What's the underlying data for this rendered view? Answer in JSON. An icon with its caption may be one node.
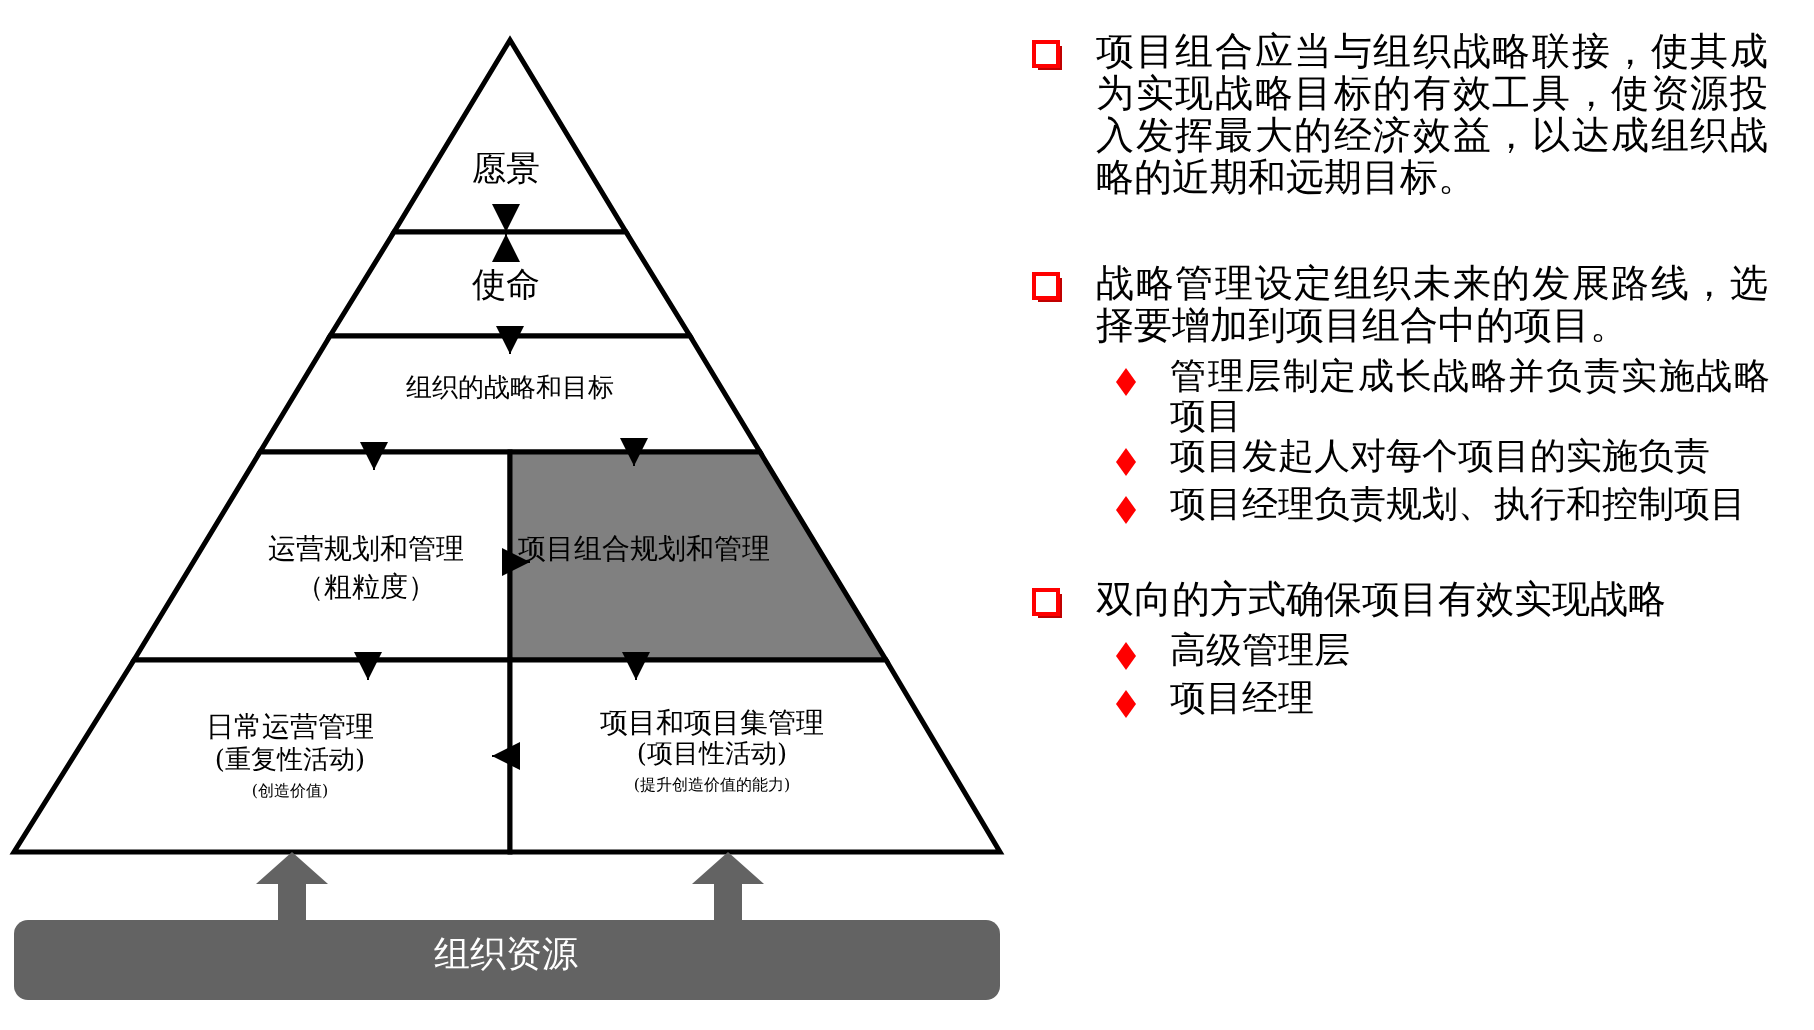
{
  "diagram": {
    "nodes": [
      {
        "text": [
          "愿景"
        ]
      },
      {
        "text": [
          "使命"
        ]
      },
      {
        "text": [
          "组织的战略和目标"
        ]
      },
      {
        "text": [
          "运营规划和管理",
          "（粗粒度）"
        ]
      },
      {
        "text": [
          "项目组合规划和管理"
        ]
      },
      {
        "text": [
          "日常运营管理",
          "(重复性活动)",
          "(创造价值)"
        ]
      },
      {
        "text": [
          "项目和项目集管理",
          "(项目性活动)",
          "(提升创造价值的能力)"
        ]
      },
      {
        "text": [
          "组织资源"
        ]
      }
    ],
    "edges": [
      {
        "from": 0,
        "to": 1,
        "arrow": "to"
      },
      {
        "from": 1,
        "to": 0,
        "arrow": "to"
      },
      {
        "from": 1,
        "to": 2,
        "arrow": "to"
      },
      {
        "from": 2,
        "to": 3,
        "arrow": "to"
      },
      {
        "from": 2,
        "to": 4,
        "arrow": "to"
      },
      {
        "from": 3,
        "to": 4,
        "arrow": "to"
      },
      {
        "from": 3,
        "to": 5,
        "arrow": "to"
      },
      {
        "from": 4,
        "to": 6,
        "arrow": "to"
      },
      {
        "from": 6,
        "to": 5,
        "arrow": "to"
      },
      {
        "from": 7,
        "to": 5,
        "arrow": "to",
        "style": "thick",
        "color": "#636363"
      },
      {
        "from": 7,
        "to": 6,
        "arrow": "to",
        "style": "thick",
        "color": "#636363"
      }
    ],
    "labels": [
      "项目组合应当与组织战略联接，使其成为实现战略目标的有效工具，使资源投入发挥最大的经济效益，以达成组织战略的近期和远期目标。",
      "战略管理设定组织未来的发展路线，选择要增加到项目组合中的项目。",
      "管理层制定成长战略并负责实施战略项目",
      "项目发起人对每个项目的实施负责",
      "项目经理负责规划、执行和控制项目",
      "双向的方式确保项目有效实现战略",
      "高级管理层",
      "项目经理"
    ]
  }
}
